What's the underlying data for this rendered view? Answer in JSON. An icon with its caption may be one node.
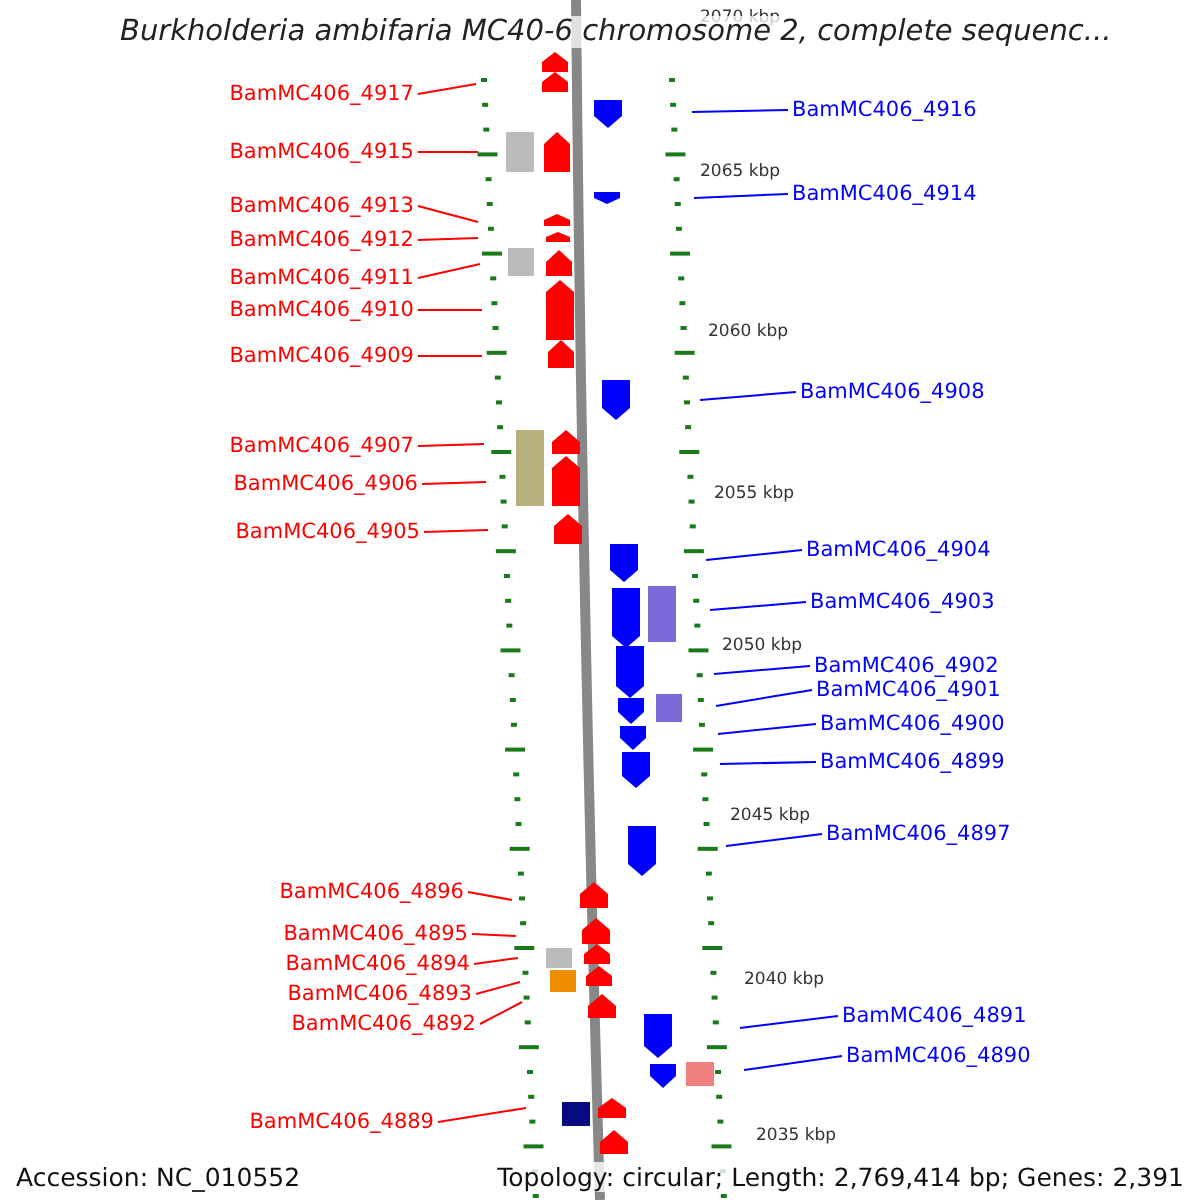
{
  "diagram": {
    "title": "Burkholderia ambifaria MC40-6 chromosome 2, complete sequenc...",
    "nodes": [
      {
        "text": [
          "BamMC406_4917"
        ]
      },
      {
        "text": [
          "BamMC406_4916"
        ]
      },
      {
        "text": [
          "BamMC406_4915"
        ]
      },
      {
        "text": [
          "BamMC406_4914"
        ]
      },
      {
        "text": [
          "BamMC406_4913"
        ]
      },
      {
        "text": [
          "BamMC406_4912"
        ]
      },
      {
        "text": [
          "BamMC406_4911"
        ]
      },
      {
        "text": [
          "BamMC406_4910"
        ]
      },
      {
        "text": [
          "BamMC406_4909"
        ]
      },
      {
        "text": [
          "BamMC406_4908"
        ]
      },
      {
        "text": [
          "BamMC406_4907"
        ]
      },
      {
        "text": [
          "BamMC406_4906"
        ]
      },
      {
        "text": [
          "BamMC406_4905"
        ]
      },
      {
        "text": [
          "BamMC406_4904"
        ]
      },
      {
        "text": [
          "BamMC406_4903"
        ]
      },
      {
        "text": [
          "BamMC406_4902"
        ]
      },
      {
        "text": [
          "BamMC406_4901"
        ]
      },
      {
        "text": [
          "BamMC406_4900"
        ]
      },
      {
        "text": [
          "BamMC406_4899"
        ]
      },
      {
        "text": [
          "BamMC406_4897"
        ]
      },
      {
        "text": [
          "BamMC406_4896"
        ]
      },
      {
        "text": [
          "BamMC406_4895"
        ]
      },
      {
        "text": [
          "BamMC406_4894"
        ]
      },
      {
        "text": [
          "BamMC406_4893"
        ]
      },
      {
        "text": [
          "BamMC406_4892"
        ]
      },
      {
        "text": [
          "BamMC406_4891"
        ]
      },
      {
        "text": [
          "BamMC406_4890"
        ]
      },
      {
        "text": [
          "BamMC406_4889"
        ]
      }
    ],
    "edges": [
      {
        "from": 0,
        "to": null,
        "arrow": "none"
      },
      {
        "from": 1,
        "to": null,
        "arrow": "none",
        "color": "#0000ff"
      },
      {
        "from": 2,
        "to": null,
        "arrow": "none"
      },
      {
        "from": 3,
        "to": null,
        "arrow": "none",
        "color": "#0000ff"
      },
      {
        "from": 4,
        "to": null,
        "arrow": "none"
      },
      {
        "from": 5,
        "to": null,
        "arrow": "none"
      },
      {
        "from": 6,
        "to": null,
        "arrow": "none"
      },
      {
        "from": 7,
        "to": null,
        "arrow": "none"
      },
      {
        "from": 8,
        "to": null,
        "arrow": "none"
      },
      {
        "from": 9,
        "to": null,
        "arrow": "none",
        "color": "#0000ff"
      },
      {
        "from": 10,
        "to": null,
        "arrow": "none"
      },
      {
        "from": 11,
        "to": null,
        "arrow": "none"
      },
      {
        "from": 12,
        "to": null,
        "arrow": "none"
      },
      {
        "from": 13,
        "to": null,
        "arrow": "none",
        "color": "#0000ff"
      },
      {
        "from": 14,
        "to": null,
        "arrow": "none",
        "color": "#0000ff"
      },
      {
        "from": 15,
        "to": null,
        "arrow": "none",
        "color": "#0000ff"
      },
      {
        "from": 16,
        "to": null,
        "arrow": "none",
        "color": "#0000ff"
      },
      {
        "from": 17,
        "to": null,
        "arrow": "none",
        "color": "#0000ff"
      },
      {
        "from": 18,
        "to": null,
        "arrow": "none",
        "color": "#0000ff"
      },
      {
        "from": 19,
        "to": null,
        "arrow": "none",
        "color": "#0000ff"
      },
      {
        "from": 20,
        "to": null,
        "arrow": "none"
      },
      {
        "from": 21,
        "to": null,
        "arrow": "none"
      },
      {
        "from": 22,
        "to": null,
        "arrow": "none"
      },
      {
        "from": 23,
        "to": null,
        "arrow": "none"
      },
      {
        "from": 24,
        "to": null,
        "arrow": "none"
      },
      {
        "from": 25,
        "to": null,
        "arrow": "none",
        "color": "#0000ff"
      },
      {
        "from": 26,
        "to": null,
        "arrow": "none",
        "color": "#0000ff"
      },
      {
        "from": 27,
        "to": null,
        "arrow": "none"
      }
    ],
    "labels": [
      "2070 kbp",
      "2065 kbp",
      "2060 kbp",
      "2055 kbp",
      "2050 kbp",
      "2045 kbp",
      "2040 kbp",
      "2035 kbp",
      "Accession: NC_010552",
      "Topology: circular; Length: 2,769,414 bp; Genes: 2,391"
    ]
  }
}
